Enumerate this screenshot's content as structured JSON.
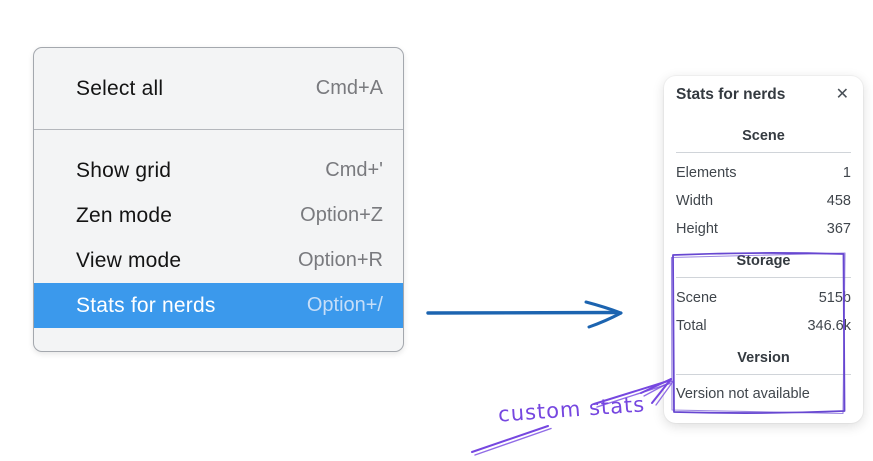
{
  "menu": {
    "items": [
      {
        "label": "Select all",
        "shortcut": "Cmd+A",
        "highlighted": false
      },
      {
        "label": "Show grid",
        "shortcut": "Cmd+'",
        "highlighted": false
      },
      {
        "label": "Zen mode",
        "shortcut": "Option+Z",
        "highlighted": false
      },
      {
        "label": "View mode",
        "shortcut": "Option+R",
        "highlighted": false
      },
      {
        "label": "Stats for nerds",
        "shortcut": "Option+/",
        "highlighted": true
      }
    ]
  },
  "stats_panel": {
    "title": "Stats for nerds",
    "close_icon": "✕",
    "sections": [
      {
        "heading": "Scene",
        "rows": [
          {
            "label": "Elements",
            "value": "1"
          },
          {
            "label": "Width",
            "value": "458"
          },
          {
            "label": "Height",
            "value": "367"
          }
        ]
      },
      {
        "heading": "Storage",
        "rows": [
          {
            "label": "Scene",
            "value": "515b"
          },
          {
            "label": "Total",
            "value": "346.6k"
          }
        ]
      },
      {
        "heading": "Version",
        "note": "Version not available"
      }
    ]
  },
  "annotations": {
    "custom_stats_label": "custom stats"
  },
  "colors": {
    "menu_highlight_blue": "#3b99ec",
    "arrow_blue": "#1c64b0",
    "annotation_purple": "#7647e0",
    "rect_purple": "#6747d1"
  }
}
